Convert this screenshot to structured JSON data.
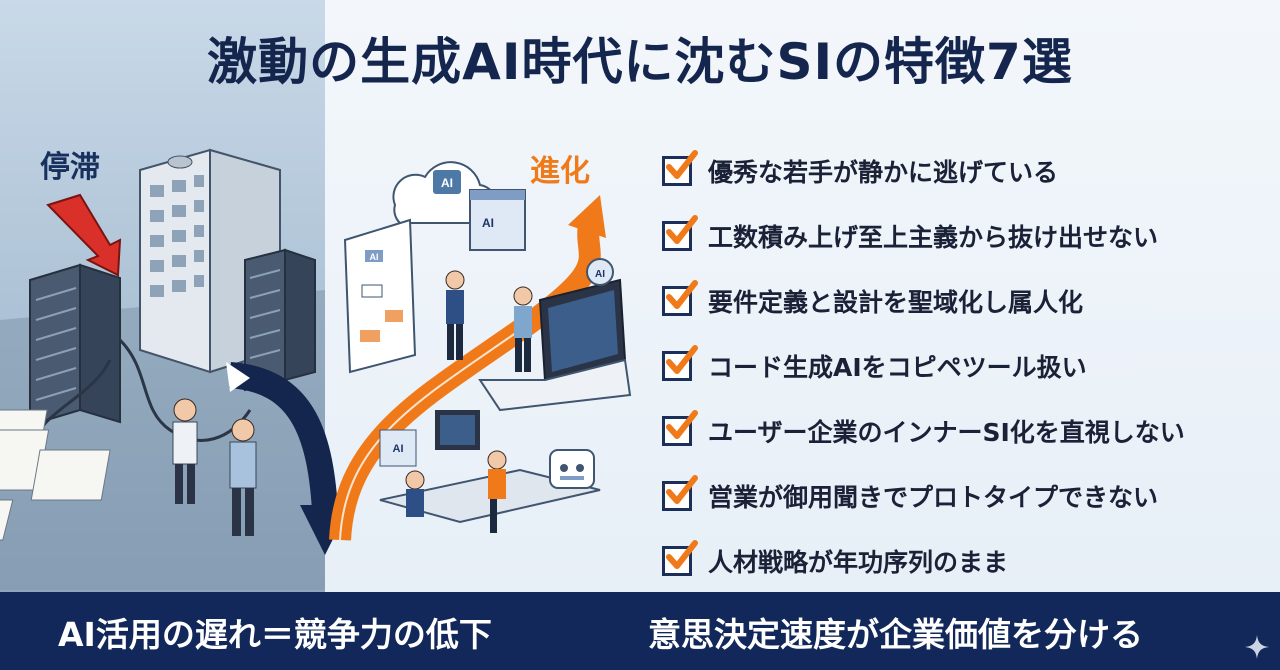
{
  "title": "激動の生成AI時代に沈むSIの特徴7選",
  "left_label": "停滞",
  "right_label": "進化",
  "illustration": {
    "ai_badge_1": "AI",
    "ai_badge_2": "AI",
    "ai_badge_3": "AI",
    "ai_badge_4": "AI",
    "ai_badge_5": "AI"
  },
  "checklist": [
    "優秀な若手が静かに逃げている",
    "工数積み上げ至上主義から抜け出せない",
    "要件定義と設計を聖域化し属人化",
    "コード生成AIをコピペツール扱い",
    "ユーザー企業のインナーSI化を直視しない",
    "営業が御用聞きでプロトタイプできない",
    "人材戦略が年功序列のまま"
  ],
  "footer": {
    "left": "AI活用の遅れ＝競争力の低下",
    "right": "意思決定速度が企業価値を分ける"
  },
  "colors": {
    "navy": "#13285a",
    "orange": "#f07a1a",
    "left_bg": "#a9bfd3",
    "right_bg": "#eef4fa"
  }
}
